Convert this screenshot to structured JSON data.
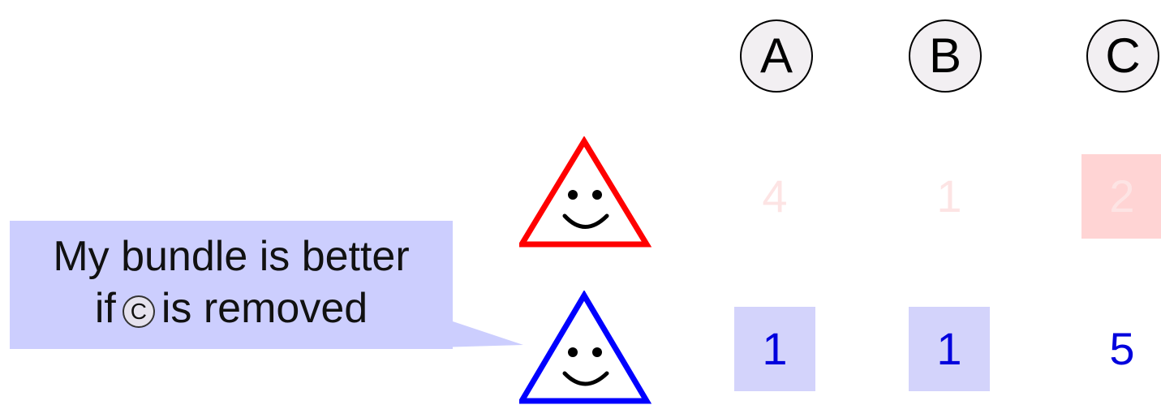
{
  "items": [
    "A",
    "B",
    "C"
  ],
  "agents": [
    {
      "color": "#ff0000",
      "values": [
        "4",
        "1",
        "2"
      ],
      "highlighted": [
        false,
        false,
        true
      ]
    },
    {
      "color": "#0000ff",
      "values": [
        "1",
        "1",
        "5"
      ],
      "highlighted": [
        true,
        true,
        false
      ]
    }
  ],
  "speech_bubble": {
    "line1": "My bundle is better",
    "line2_before": "if",
    "line2_item": "C",
    "line2_after": "is removed"
  }
}
